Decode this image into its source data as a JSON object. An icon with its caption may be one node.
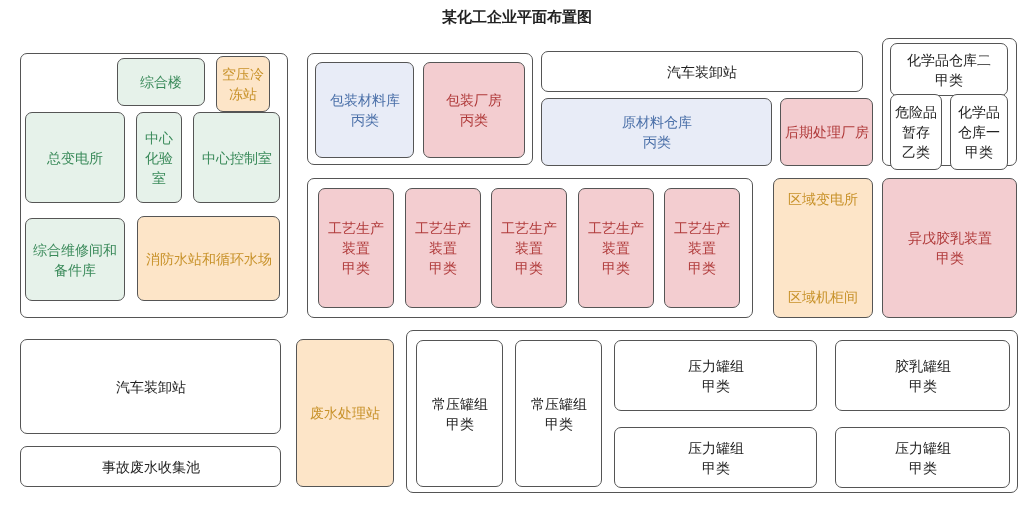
{
  "diagram": {
    "title": "某化工企业平面布置图",
    "nodes": [
      {
        "text": [],
        "shape": "box"
      },
      {
        "text": [
          "综合楼"
        ],
        "in": 0
      },
      {
        "text": [
          "空压冷冻站"
        ],
        "in": 0
      },
      {
        "text": [
          "总变电所"
        ],
        "in": 0
      },
      {
        "text": [
          "中心化验室"
        ],
        "in": 0
      },
      {
        "text": [
          "中心控制室"
        ],
        "in": 0
      },
      {
        "text": [
          "综合维修间和备件库"
        ],
        "in": 0
      },
      {
        "text": [
          "消防水站和循环水场"
        ],
        "in": 0
      },
      {
        "text": [],
        "shape": "box"
      },
      {
        "text": [
          "包装材料库",
          "丙类"
        ],
        "in": 8
      },
      {
        "text": [
          "包装厂房",
          "丙类"
        ],
        "in": 8
      },
      {
        "text": [
          "汽车装卸站"
        ]
      },
      {
        "text": [
          "原材料仓库",
          "丙类"
        ]
      },
      {
        "text": [
          "后期处理厂房"
        ]
      },
      {
        "text": [],
        "shape": "box"
      },
      {
        "text": [
          "化学品仓库二",
          "甲类"
        ],
        "in": 14
      },
      {
        "text": [
          "危险品暂存",
          "乙类"
        ],
        "in": 14
      },
      {
        "text": [
          "化学品仓库一",
          "甲类"
        ],
        "in": 14
      },
      {
        "text": [],
        "shape": "box"
      },
      {
        "text": [
          "工艺生产装置",
          "甲类"
        ],
        "in": 18
      },
      {
        "text": [
          "工艺生产装置",
          "甲类"
        ],
        "in": 18
      },
      {
        "text": [
          "工艺生产装置",
          "甲类"
        ],
        "in": 18
      },
      {
        "text": [
          "工艺生产装置",
          "甲类"
        ],
        "in": 18
      },
      {
        "text": [
          "工艺生产装置",
          "甲类"
        ],
        "in": 18
      },
      {
        "text": [
          "区域变电所",
          "区域机柜间"
        ]
      },
      {
        "text": [
          "异戊胶乳装置",
          "甲类"
        ]
      },
      {
        "text": [
          "汽车装卸站"
        ]
      },
      {
        "text": [
          "事故废水收集池"
        ]
      },
      {
        "text": [
          "废水处理站"
        ]
      },
      {
        "text": [],
        "shape": "box"
      },
      {
        "text": [
          "常压罐组",
          "甲类"
        ],
        "in": 29
      },
      {
        "text": [
          "常压罐组",
          "甲类"
        ],
        "in": 29
      },
      {
        "text": [
          "压力罐组",
          "甲类"
        ],
        "in": 29
      },
      {
        "text": [
          "胶乳罐组",
          "甲类"
        ],
        "in": 29
      },
      {
        "text": [
          "压力罐组",
          "甲类"
        ],
        "in": 29
      },
      {
        "text": [
          "压力罐组",
          "甲类"
        ],
        "in": 29
      }
    ]
  }
}
